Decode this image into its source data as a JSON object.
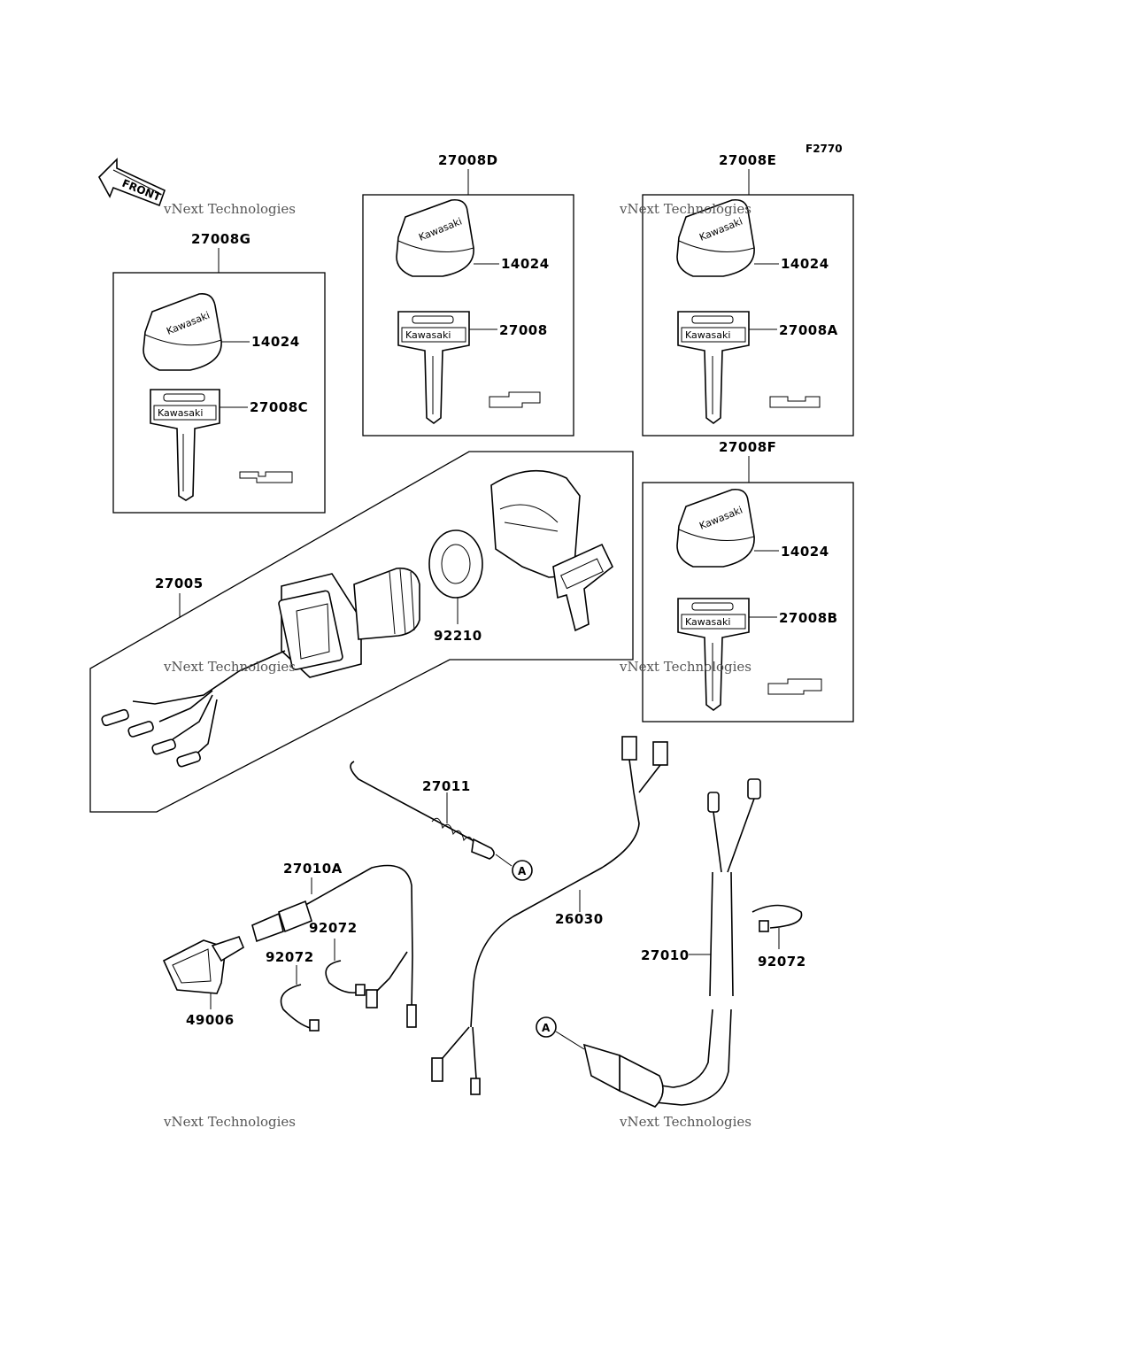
{
  "figure_code": "F2770",
  "front_label": "FRONT",
  "brand_text": "Kawasaki",
  "watermark": {
    "line1": "vNext Technologies",
    "line2": "vNext",
    "line3": "Technologies"
  },
  "labels": {
    "k27008D": "27008D",
    "k27008E": "27008E",
    "k27008F": "27008F",
    "k27008G": "27008G",
    "k14024": "14024",
    "k27008": "27008",
    "k27008A": "27008A",
    "k27008B": "27008B",
    "k27008C": "27008C",
    "k27005": "27005",
    "k92210": "92210",
    "k27011": "27011",
    "k26030": "26030",
    "k27010A": "27010A",
    "k92072": "92072",
    "k27010": "27010",
    "k49006": "49006",
    "ref_A": "A"
  }
}
